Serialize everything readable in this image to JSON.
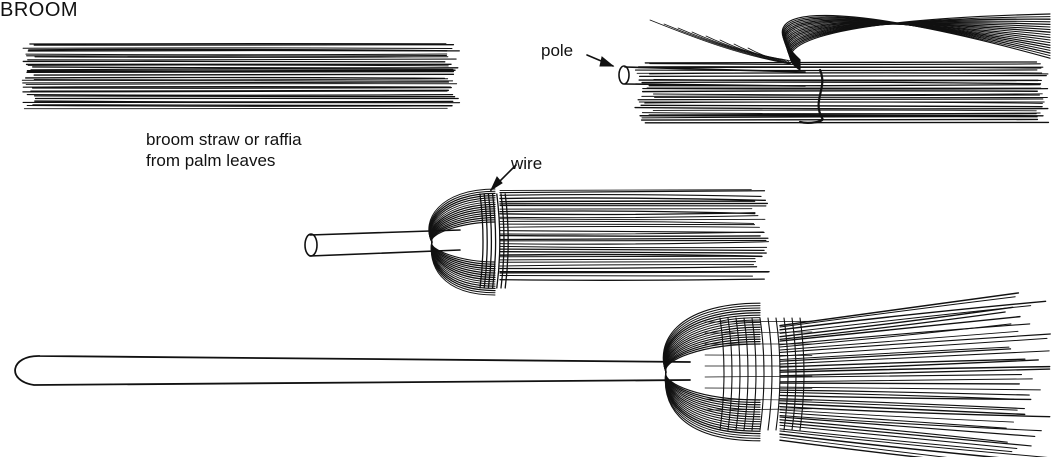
{
  "title": "BROOM",
  "labels": {
    "straw_line1": "broom straw or raffia",
    "straw_line2": "from palm leaves",
    "wire": "wire",
    "pole": "pole"
  },
  "colors": {
    "ink": "#111111",
    "paper": "#ffffff"
  },
  "steps": [
    "straw-bundle",
    "pole-inserted",
    "wire-wrapped-head",
    "finished-broom"
  ]
}
